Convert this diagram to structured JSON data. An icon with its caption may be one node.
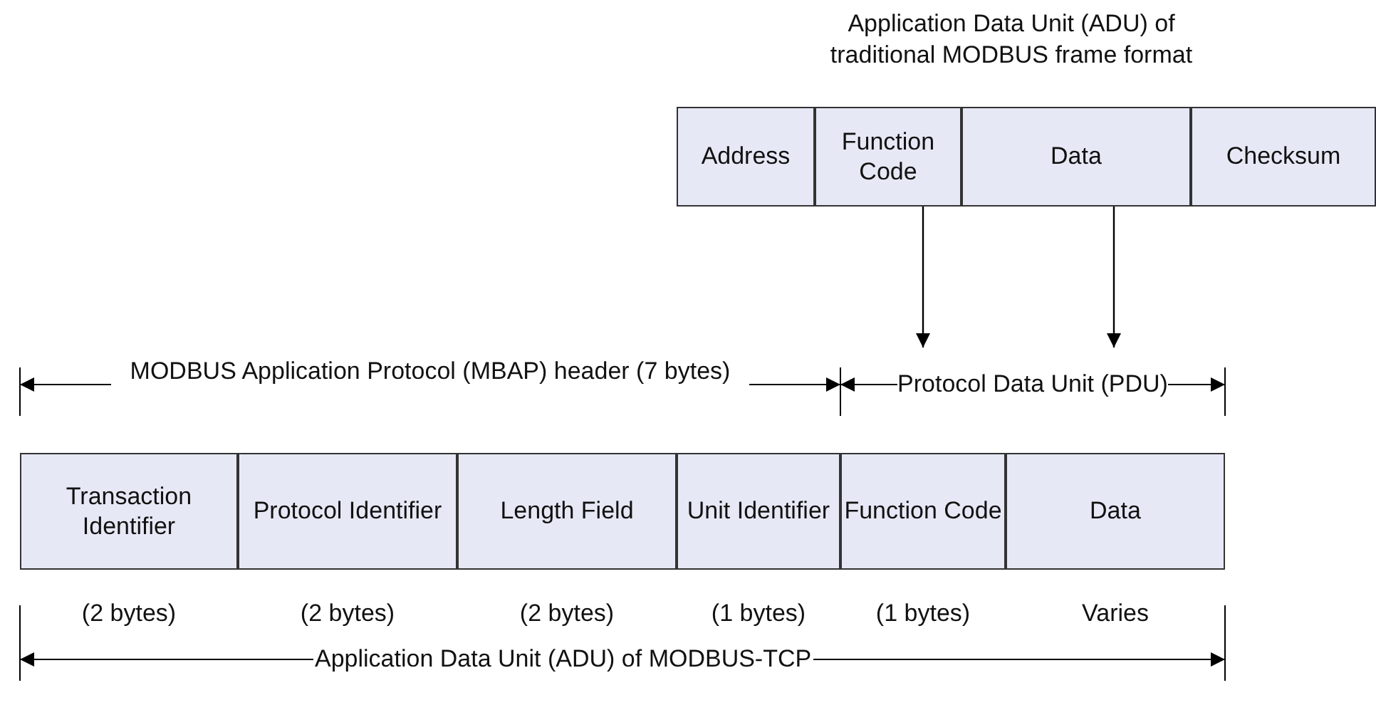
{
  "diagram": {
    "title": "Application Data Unit (ADU) of traditional MODBUS frame format",
    "nodes": [
      {
        "text": [
          "Address"
        ]
      },
      {
        "text": [
          "Function Code"
        ]
      },
      {
        "text": [
          "Data"
        ]
      },
      {
        "text": [
          "Checksum"
        ]
      },
      {
        "text": [
          "Protocol Data Unit (PDU)"
        ]
      },
      {
        "text": [
          "Transaction Identifier"
        ]
      },
      {
        "text": [
          "Protocol Identifier"
        ]
      },
      {
        "text": [
          "Length Field"
        ]
      },
      {
        "text": [
          "Unit Identifier"
        ]
      },
      {
        "text": [
          "Function Code"
        ]
      },
      {
        "text": [
          "Data"
        ]
      }
    ],
    "edges": [
      {
        "from": 1,
        "to": 4,
        "arrow": "to"
      },
      {
        "from": 2,
        "to": 4,
        "arrow": "to"
      }
    ],
    "labels": [
      "MODBUS Application Protocol (MBAP) header (7 bytes)",
      "(2 bytes)",
      "(2 bytes)",
      "(2 bytes)",
      "(1 bytes)",
      "(1 bytes)",
      "Varies",
      "Application Data Unit (ADU) of MODBUS-TCP"
    ]
  }
}
